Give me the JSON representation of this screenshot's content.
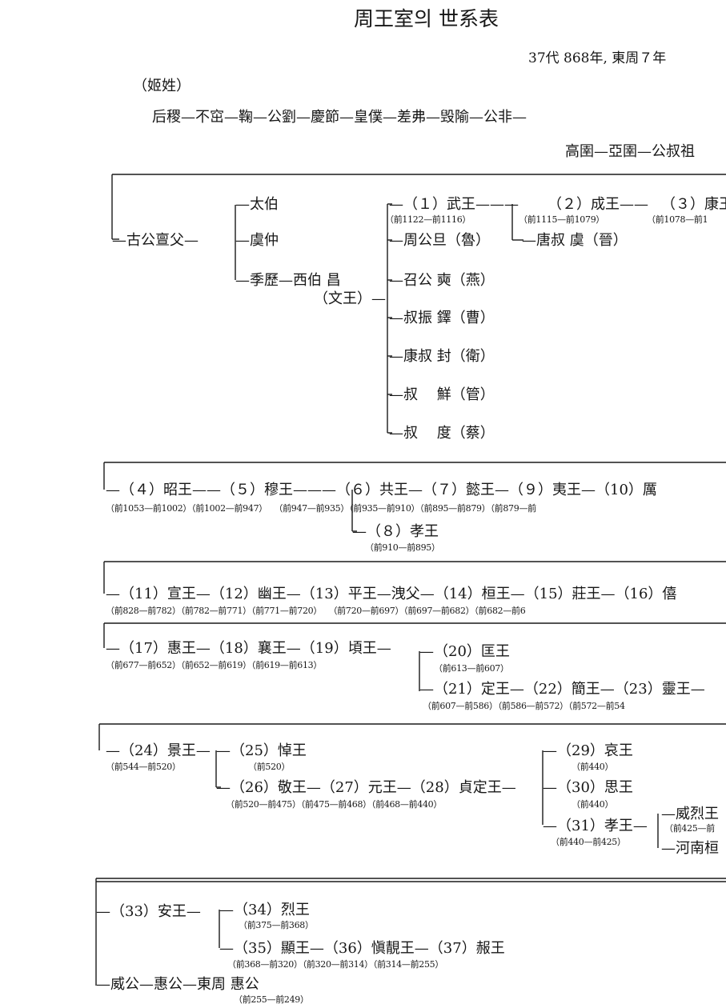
{
  "title": "周王室의 世系表",
  "subtitle": "37代 868年, 東周７年",
  "surname": "（姬姓）",
  "lineage_line1": "后稷—不窋—鞠—公劉—慶節—皇僕—差弗—毁隃—公非—",
  "lineage_line2": "高圉—亞圉—公叔祖",
  "block1": {
    "root": "—古公亶父—",
    "taibo": "—太伯",
    "yuzhong": "—虞仲",
    "jili": "—季歷—西伯 昌",
    "wenwang": "（文王）—",
    "wuwang": "—（１）武王———",
    "wuwang_years": "（前1122—前1116）",
    "chengwang": "（２）成王——",
    "chengwang_years": "（前1115—前1079）",
    "kangwang": "（３）康王",
    "kangwang_years": "（前1078—前1",
    "zhougong": "—周公旦（魯）",
    "tangshu": "—唐叔 虞（晉）",
    "shaogong": "—召公 奭（燕）",
    "shuzhen": "—叔振 鐸（曹）",
    "kangshu": "—康叔 封（衛）",
    "shuxian": "—叔　 鮮（管）",
    "shudu": "—叔　 度（蔡）"
  },
  "block2": {
    "row1": "—（４）昭王——（５）穆王———（６）共王—（７）懿王—（９）夷王—（10）厲",
    "years1": "（前1053—前1002）（前1002—前947）　 （前947—前935）（前935—前910）（前895—前879）（前879—前",
    "xiao": "—（８）孝王",
    "xiao_years": "（前910—前895）"
  },
  "block3": {
    "row1": "—（11）宣王—（12）幽王—（13）平王—洩父—（14）桓王—（15）莊王—（16）僖",
    "years1": "（前828—前782）（前782—前771）（前771—前720）　 （前720—前697）（前697—前682）（前682—前6"
  },
  "block4": {
    "row1": "—（17）惠王—（18）襄王—（19）頃王—",
    "years1": "（前677—前652）（前652—前619）（前619—前613）",
    "kuang": "—（20）匡王",
    "kuang_years": "（前613—前607）",
    "row2": "—（21）定王—（22）簡王—（23）靈王—",
    "years2": "（前607—前586）（前586—前572）（前572—前54"
  },
  "block5": {
    "jing": "—（24）景王—",
    "jing_years": "（前544—前520）",
    "dao": "—（25）悼王",
    "dao_years": "（前520）",
    "row2": "—（26）敬王—（27）元王—（28）貞定王—",
    "years2": "（前520—前475）（前475—前468）（前468—前440）",
    "ai": "—（29）哀王",
    "ai_years": "（前440）",
    "si": "—（30）思王",
    "si_years": "（前440）",
    "xiao": "—（31）孝王—",
    "xiao_years": "（前440—前425）",
    "weilie": "—威烈王",
    "weilie_years": "（前425—前",
    "henan": "—河南桓"
  },
  "block6": {
    "an": "—（33）安王—",
    "lie": "—（34）烈王",
    "lie_years": "（前375—前368）",
    "row2": "—（35）顯王—（36）愼靚王—（37）赧王",
    "years2": "（前368—前320）（前320—前314）（前314—前255）",
    "bottom": "—威公—惠公—東周 惠公",
    "bottom_years": "（前255—前249）"
  }
}
